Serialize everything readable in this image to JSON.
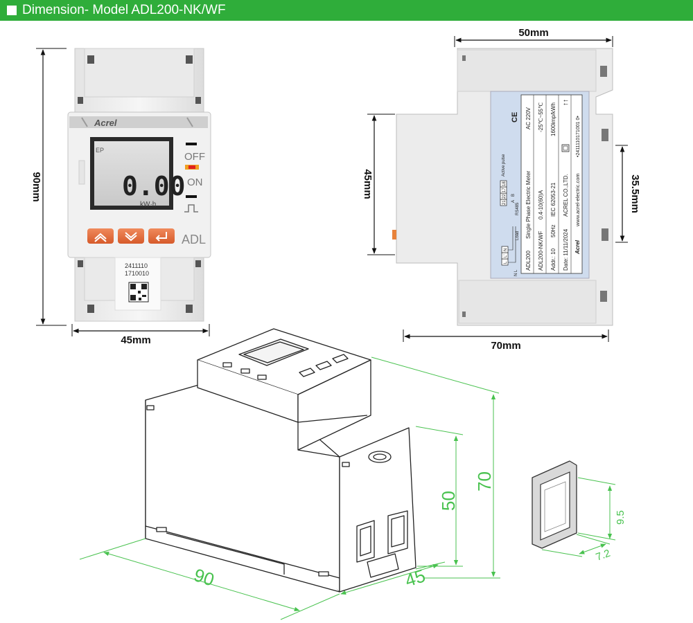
{
  "header": {
    "title": "Dimension- Model ADL200-NK/WF"
  },
  "front_view": {
    "brand": "Acrel",
    "lcd_value": "0.00",
    "lcd_unit": "kW·h",
    "lcd_side": "EP",
    "off_label": "OFF",
    "on_label": "ON",
    "model_label": "ADL",
    "serial_line1": "2411110",
    "serial_line2": "1710010",
    "height_dim": "90mm",
    "width_dim": "45mm"
  },
  "side_view": {
    "top_dim": "50mm",
    "left_dim": "45mm",
    "right_dim": "35.5mm",
    "bottom_dim": "70mm",
    "label": {
      "model": "ADL200",
      "desc": "Single Phase Electric Meter",
      "voltage": "AC 220V",
      "submodel": "ADL200-NK/WF",
      "current": "0.4-10(60)A",
      "temp": "-25℃~55℃",
      "addr": "Addr.: 10",
      "freq": "50Hz",
      "standard": "IEC 62053-21",
      "imp": "1600imp/kWh",
      "date": "Date: 11/11/2024",
      "company": "ACREL CO.,LTD.",
      "web": "www.acrel-electric.com",
      "serial": "•2411110171001 0•",
      "brand": "Acrel",
      "terminals_top": [
        "21",
        "22",
        "17",
        "18"
      ],
      "terminals_bottom": [
        "L",
        "L'",
        "N"
      ],
      "rs485": "RS485",
      "rs_ab": [
        "A",
        "B"
      ],
      "pulse": "Active pulse",
      "load": "Load",
      "line_l": "L",
      "line_n": "N"
    }
  },
  "iso_view": {
    "dim_90": "90",
    "dim_45": "45",
    "dim_50": "50",
    "dim_70": "70"
  },
  "cover_view": {
    "dim_95": "9.5",
    "dim_72": "7.2"
  }
}
